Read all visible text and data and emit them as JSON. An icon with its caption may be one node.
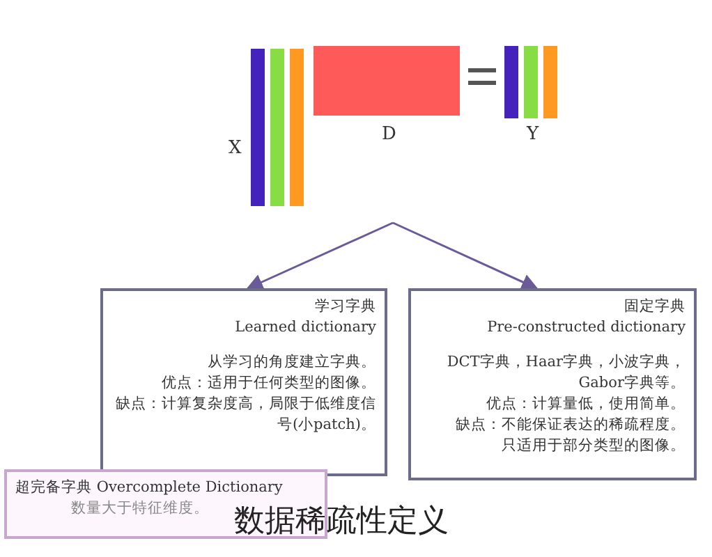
{
  "diagram": {
    "caption": "数据稀疏性定义",
    "nodes": [
      {
        "text": [
          "学习字典",
          "Learned dictionary",
          "从学习的角度建立字典。",
          "优点：适用于任何类型的图像。",
          "缺点：计算复杂度高，局限于低维度信号(小patch)。"
        ]
      },
      {
        "text": [
          "固定字典",
          "Pre-constructed dictionary",
          "DCT字典，Haar字典，小波字典，Gabor字典等。",
          "优点：计算量低，使用简单。",
          "缺点：不能保证表达的稀疏程度。",
          "只适用于部分类型的图像。"
        ]
      },
      {
        "text": [
          "超完备字典 Overcomplete Dictionary",
          "数量大于特征维度。"
        ]
      }
    ],
    "edges": [
      {
        "from": null,
        "to": 0,
        "arrow": "to"
      },
      {
        "from": null,
        "to": 1,
        "arrow": "to"
      }
    ],
    "labels": [
      "X",
      "D",
      "Y"
    ]
  }
}
